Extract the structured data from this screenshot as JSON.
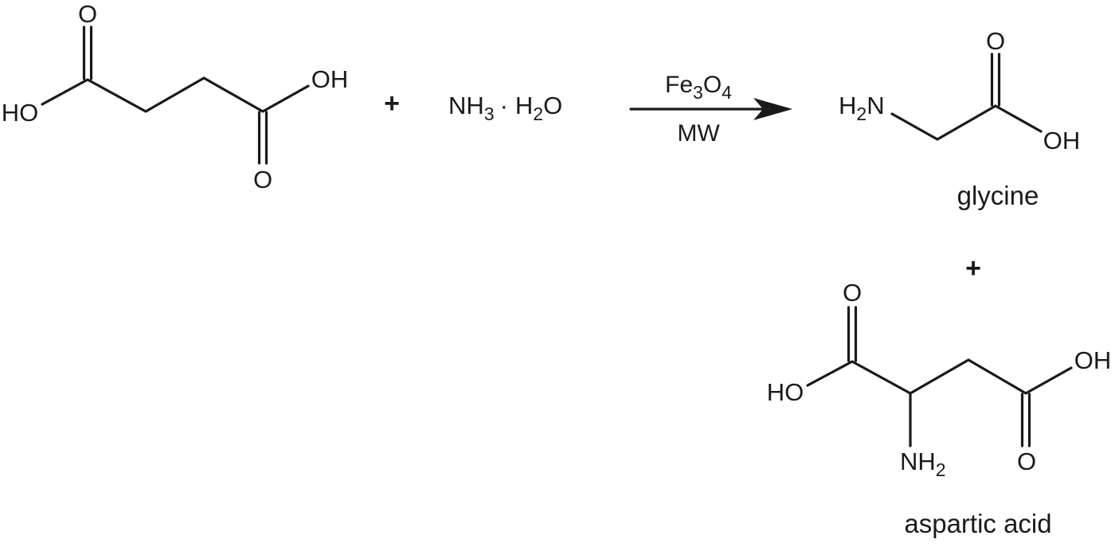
{
  "figure": {
    "type": "reaction-scheme",
    "description": "Microwave-assisted amination of succinic acid with aqueous ammonia over Fe3O4 catalyst"
  },
  "reactants": [
    {
      "name": "succinic acid",
      "name_visible": false,
      "atom_labels": {
        "left_hydroxyl": "HO",
        "right_hydroxyl": "OH",
        "top_oxygen": "O",
        "bottom_oxygen": "O"
      }
    },
    {
      "name": "ammonia hydrate",
      "formula": {
        "a_main": "NH",
        "a_sub": "3",
        "dot": "·",
        "b_main": "H",
        "b_sub": "2",
        "b_tail": "O"
      }
    }
  ],
  "operators": {
    "plus_reactants": "+",
    "plus_products": "+"
  },
  "arrow": {
    "condition_above": {
      "main1": "Fe",
      "sub1": "3",
      "main2": "O",
      "sub2": "4"
    },
    "condition_below": "MW"
  },
  "products": [
    {
      "name": "glycine",
      "atom_labels": {
        "amine_h": "H",
        "amine_sub": "2",
        "amine_n": "N",
        "top_oxygen": "O",
        "hydroxyl": "OH"
      }
    },
    {
      "name": "aspartic acid",
      "atom_labels": {
        "left_hydroxyl": "HO",
        "right_hydroxyl": "OH",
        "top_oxygen": "O",
        "bottom_oxygen": "O",
        "amine_n": "NH",
        "amine_sub": "2"
      }
    }
  ],
  "colors": {
    "ink": "#1a1a1a",
    "background": "#ffffff"
  }
}
